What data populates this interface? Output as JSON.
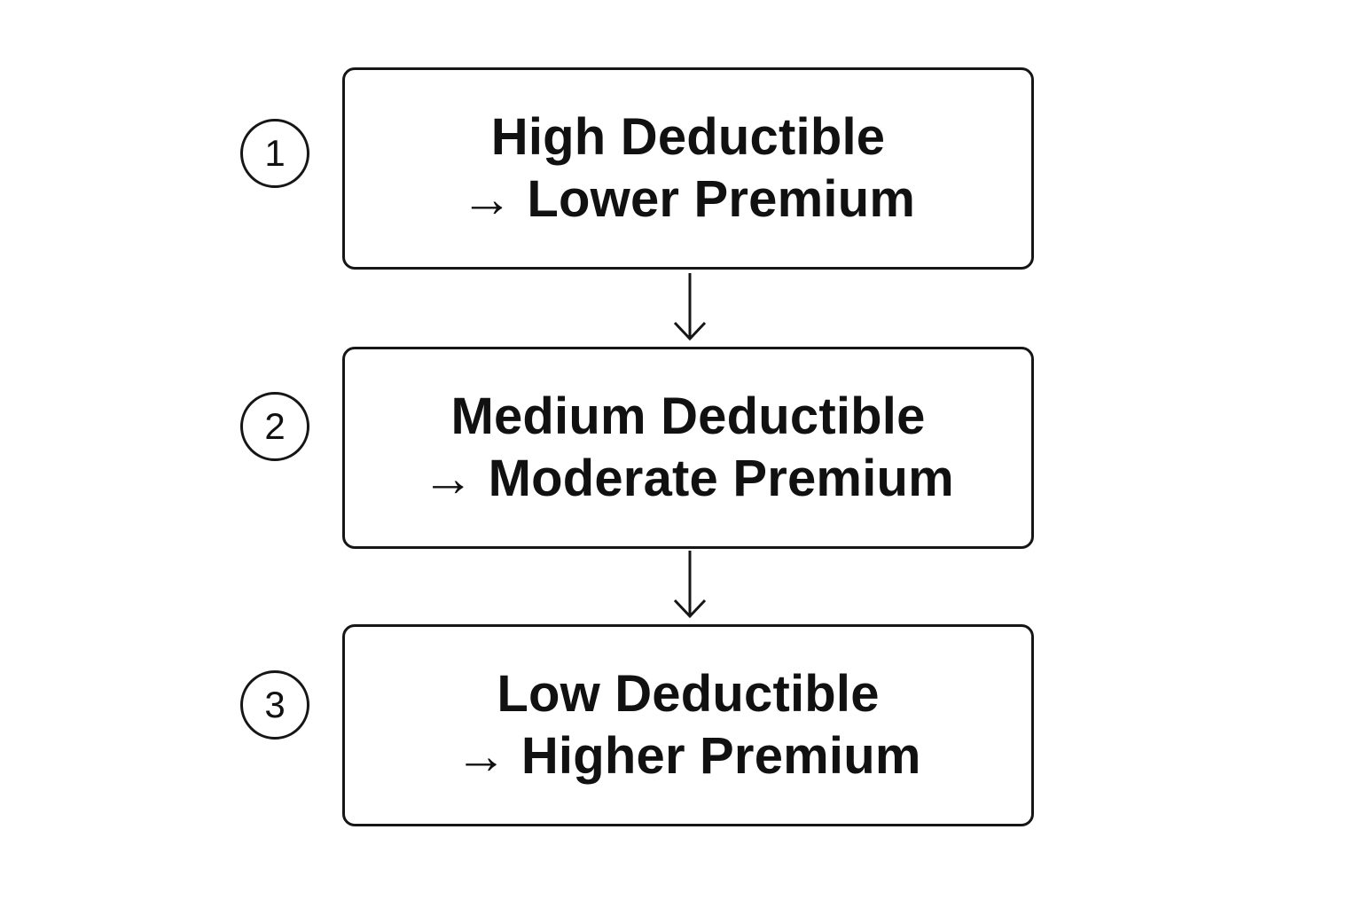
{
  "diagram": {
    "steps": [
      {
        "number": "1",
        "line1": "High Deductible",
        "line2": "→ Lower Premium"
      },
      {
        "number": "2",
        "line1": "Medium Deductible",
        "line2": "→ Moderate Premium"
      },
      {
        "number": "3",
        "line1": "Low Deductible",
        "line2": "→ Higher Premium"
      }
    ]
  },
  "colors": {
    "stroke": "#161616",
    "text": "#111111",
    "background": "#ffffff"
  },
  "icons": {
    "connector": "arrow-down-icon"
  }
}
